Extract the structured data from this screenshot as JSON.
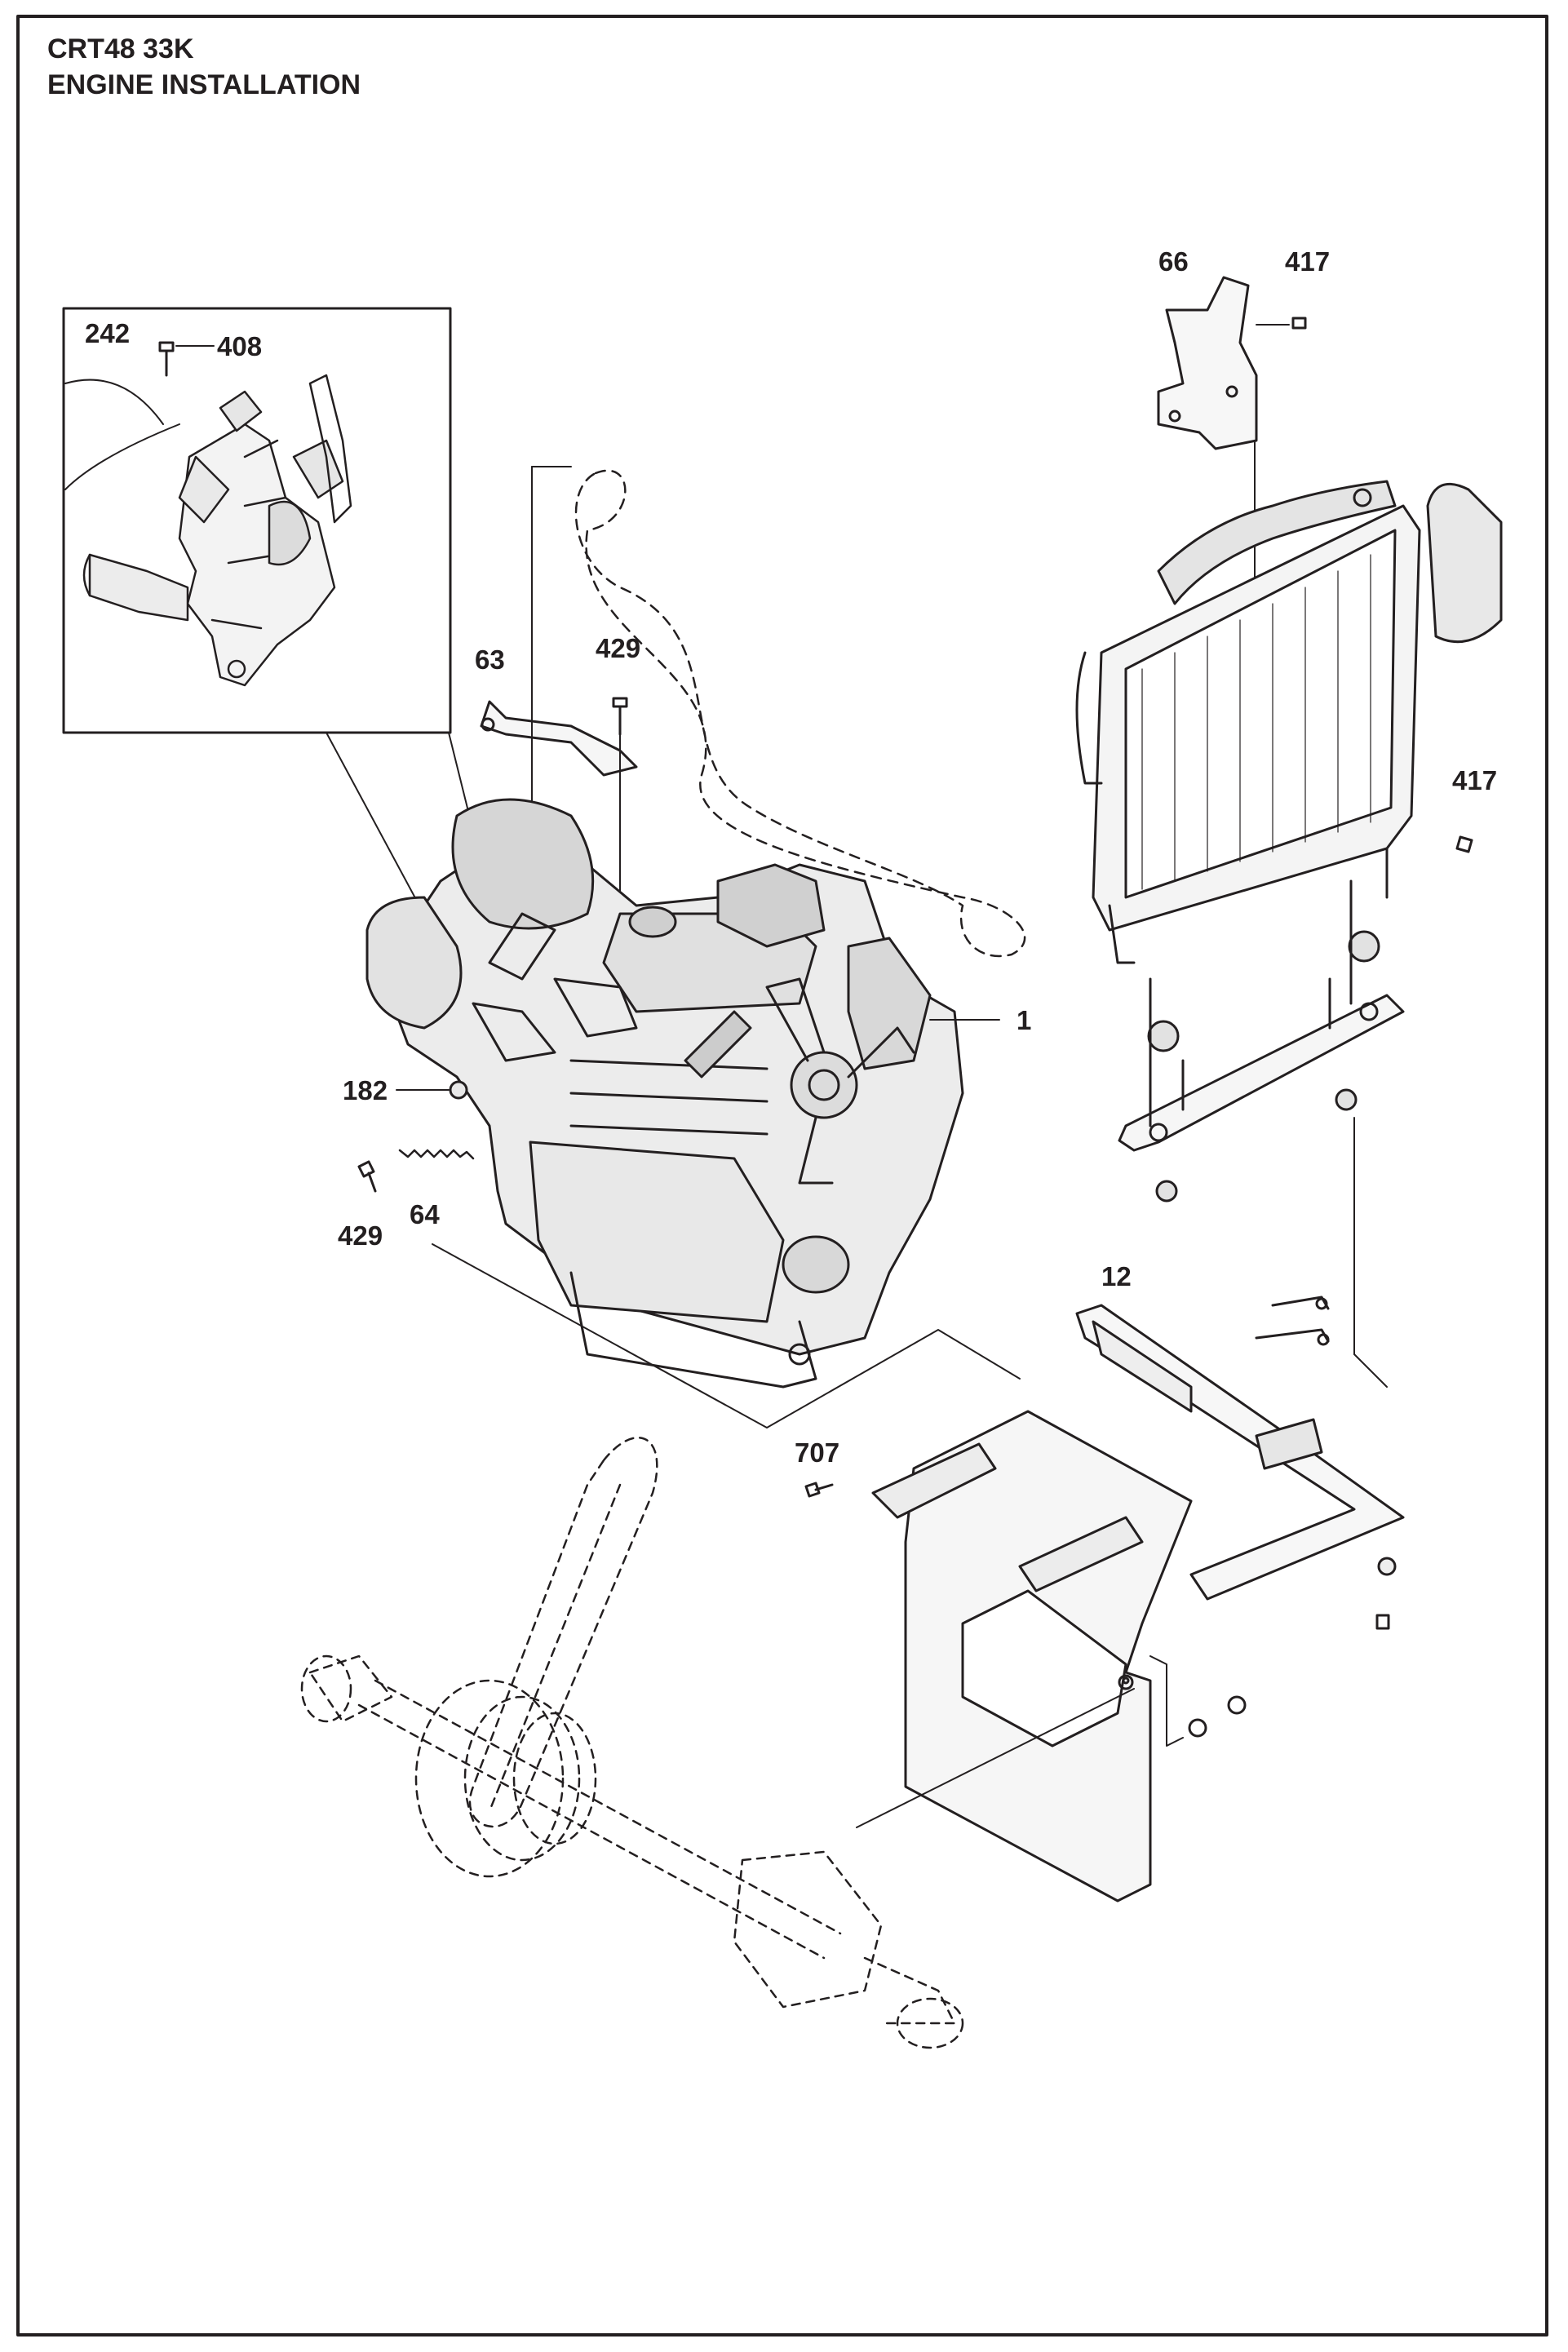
{
  "header": {
    "model": "CRT48 33K",
    "title": "ENGINE INSTALLATION"
  },
  "callouts": [
    {
      "id": "c242",
      "label": "242"
    },
    {
      "id": "c408",
      "label": "408"
    },
    {
      "id": "c66",
      "label": "66"
    },
    {
      "id": "c417a",
      "label": "417"
    },
    {
      "id": "c63",
      "label": "63"
    },
    {
      "id": "c429a",
      "label": "429"
    },
    {
      "id": "c417b",
      "label": "417"
    },
    {
      "id": "c1",
      "label": "1"
    },
    {
      "id": "c182",
      "label": "182"
    },
    {
      "id": "c429b",
      "label": "429"
    },
    {
      "id": "c64",
      "label": "64"
    },
    {
      "id": "c12",
      "label": "12"
    },
    {
      "id": "c707",
      "label": "707"
    }
  ],
  "colors": {
    "ink": "#231f20",
    "paper": "#ffffff"
  }
}
